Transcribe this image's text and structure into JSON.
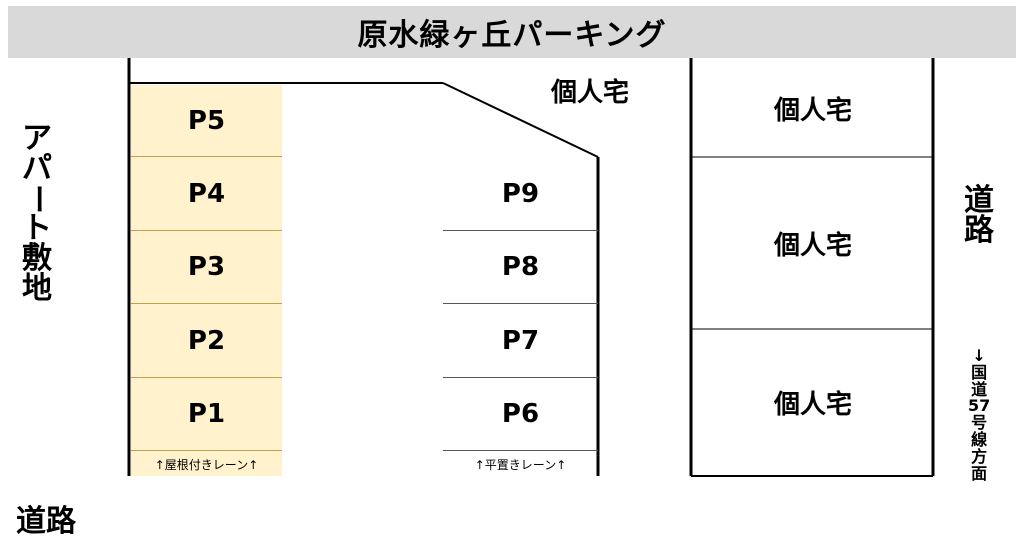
{
  "title": "原水緑ヶ丘パーキング",
  "left_label": [
    "ア",
    "パ",
    "ー",
    "ト",
    "敷",
    "地"
  ],
  "bottom_road": "道路",
  "right_road": [
    "道",
    "路"
  ],
  "direction_note": [
    "↓",
    "国",
    "道",
    "57",
    "号",
    "線",
    "方",
    "面"
  ],
  "roofed_spaces": [
    "P5",
    "P4",
    "P3",
    "P2",
    "P1"
  ],
  "open_spaces": [
    "P9",
    "P8",
    "P7",
    "P6"
  ],
  "roofed_lane_caption": "↑屋根付きレーン↑",
  "open_lane_caption": "↑平置きレーン↑",
  "houses": [
    "個人宅",
    "個人宅",
    "個人宅",
    "個人宅"
  ],
  "colors": {
    "roofed_fill": "#fff2cc",
    "title_bg": "#d9d9d9"
  }
}
